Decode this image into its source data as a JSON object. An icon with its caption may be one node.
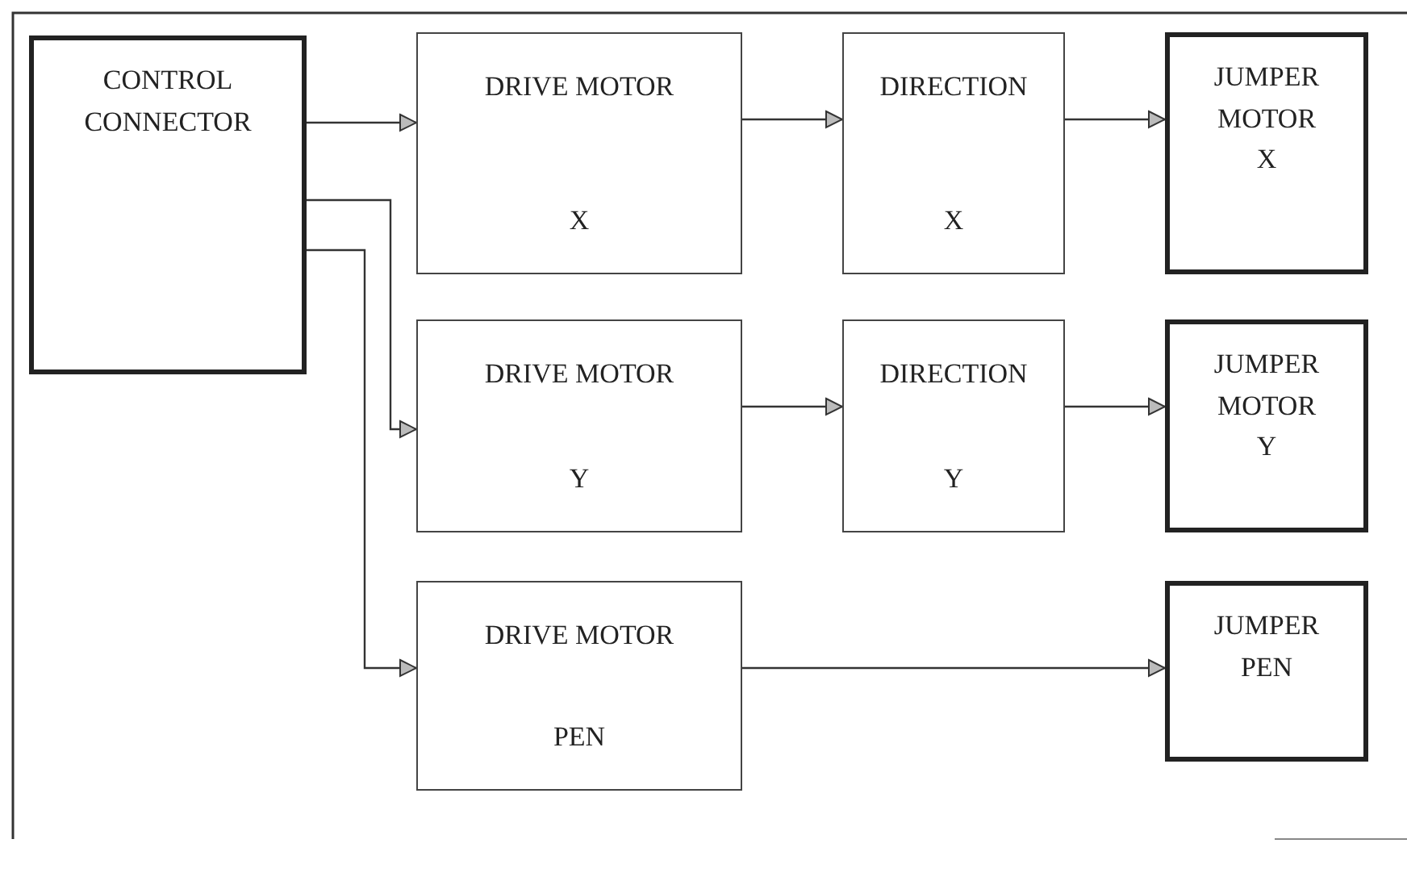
{
  "diagram": {
    "nodes": [
      {
        "text": [
          "CONTROL CONNECTOR"
        ]
      },
      {
        "text": [
          "DRIVE MOTOR",
          "X"
        ]
      },
      {
        "text": [
          "DIRECTION",
          "X"
        ]
      },
      {
        "text": [
          "JUMPER MOTOR X"
        ]
      },
      {
        "text": [
          "DRIVE MOTOR",
          "Y"
        ]
      },
      {
        "text": [
          "DIRECTION",
          "Y"
        ]
      },
      {
        "text": [
          "JUMPER MOTOR Y"
        ]
      },
      {
        "text": [
          "DRIVE MOTOR",
          "PEN"
        ]
      },
      {
        "text": [
          "JUMPER PEN"
        ]
      }
    ],
    "edges": [
      {
        "from": 0,
        "to": 1,
        "arrow": "to"
      },
      {
        "from": 0,
        "to": 4,
        "arrow": "to"
      },
      {
        "from": 0,
        "to": 7,
        "arrow": "to"
      },
      {
        "from": 1,
        "to": 2,
        "arrow": "to"
      },
      {
        "from": 2,
        "to": 3,
        "arrow": "to"
      },
      {
        "from": 4,
        "to": 5,
        "arrow": "to"
      },
      {
        "from": 5,
        "to": 6,
        "arrow": "to"
      },
      {
        "from": 7,
        "to": 8,
        "arrow": "to"
      }
    ]
  }
}
